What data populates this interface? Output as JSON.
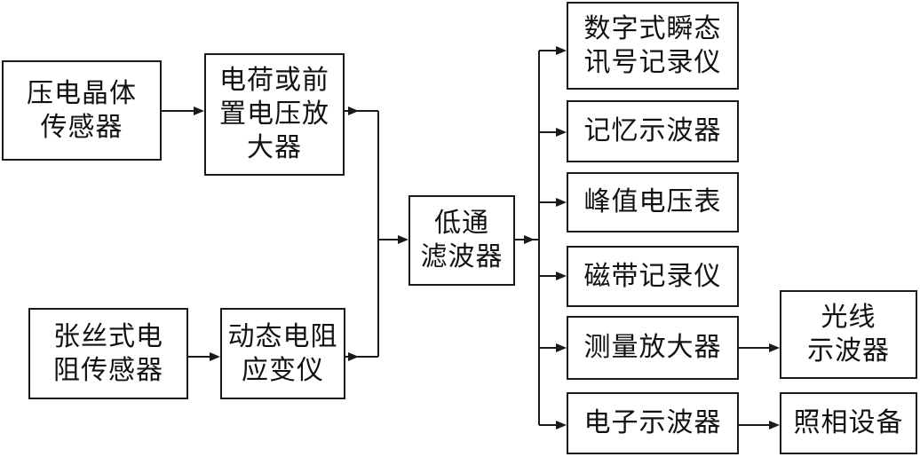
{
  "diagram": {
    "nodes": {
      "piezo_sensor": "压电晶体\n传感器",
      "charge_amp": "电荷或前\n置电压放\n大器",
      "strain_sensor": "张丝式电\n阻传感器",
      "dynamic_strain": "动态电阻\n应变仪",
      "lowpass": "低通\n滤波器",
      "digital_recorder": "数字式瞬态\n讯号记录仪",
      "storage_scope": "记忆示波器",
      "peak_voltmeter": "峰值电压表",
      "tape_recorder": "磁带记录仪",
      "meas_amp": "测量放大器",
      "light_scope": "光线\n示波器",
      "electron_scope": "电子示波器",
      "camera": "照相设备"
    },
    "edges": [
      [
        "piezo_sensor",
        "charge_amp"
      ],
      [
        "strain_sensor",
        "dynamic_strain"
      ],
      [
        "charge_amp",
        "lowpass"
      ],
      [
        "dynamic_strain",
        "lowpass"
      ],
      [
        "lowpass",
        "digital_recorder"
      ],
      [
        "lowpass",
        "storage_scope"
      ],
      [
        "lowpass",
        "peak_voltmeter"
      ],
      [
        "lowpass",
        "tape_recorder"
      ],
      [
        "lowpass",
        "meas_amp"
      ],
      [
        "lowpass",
        "electron_scope"
      ],
      [
        "meas_amp",
        "light_scope"
      ],
      [
        "electron_scope",
        "camera"
      ]
    ]
  }
}
